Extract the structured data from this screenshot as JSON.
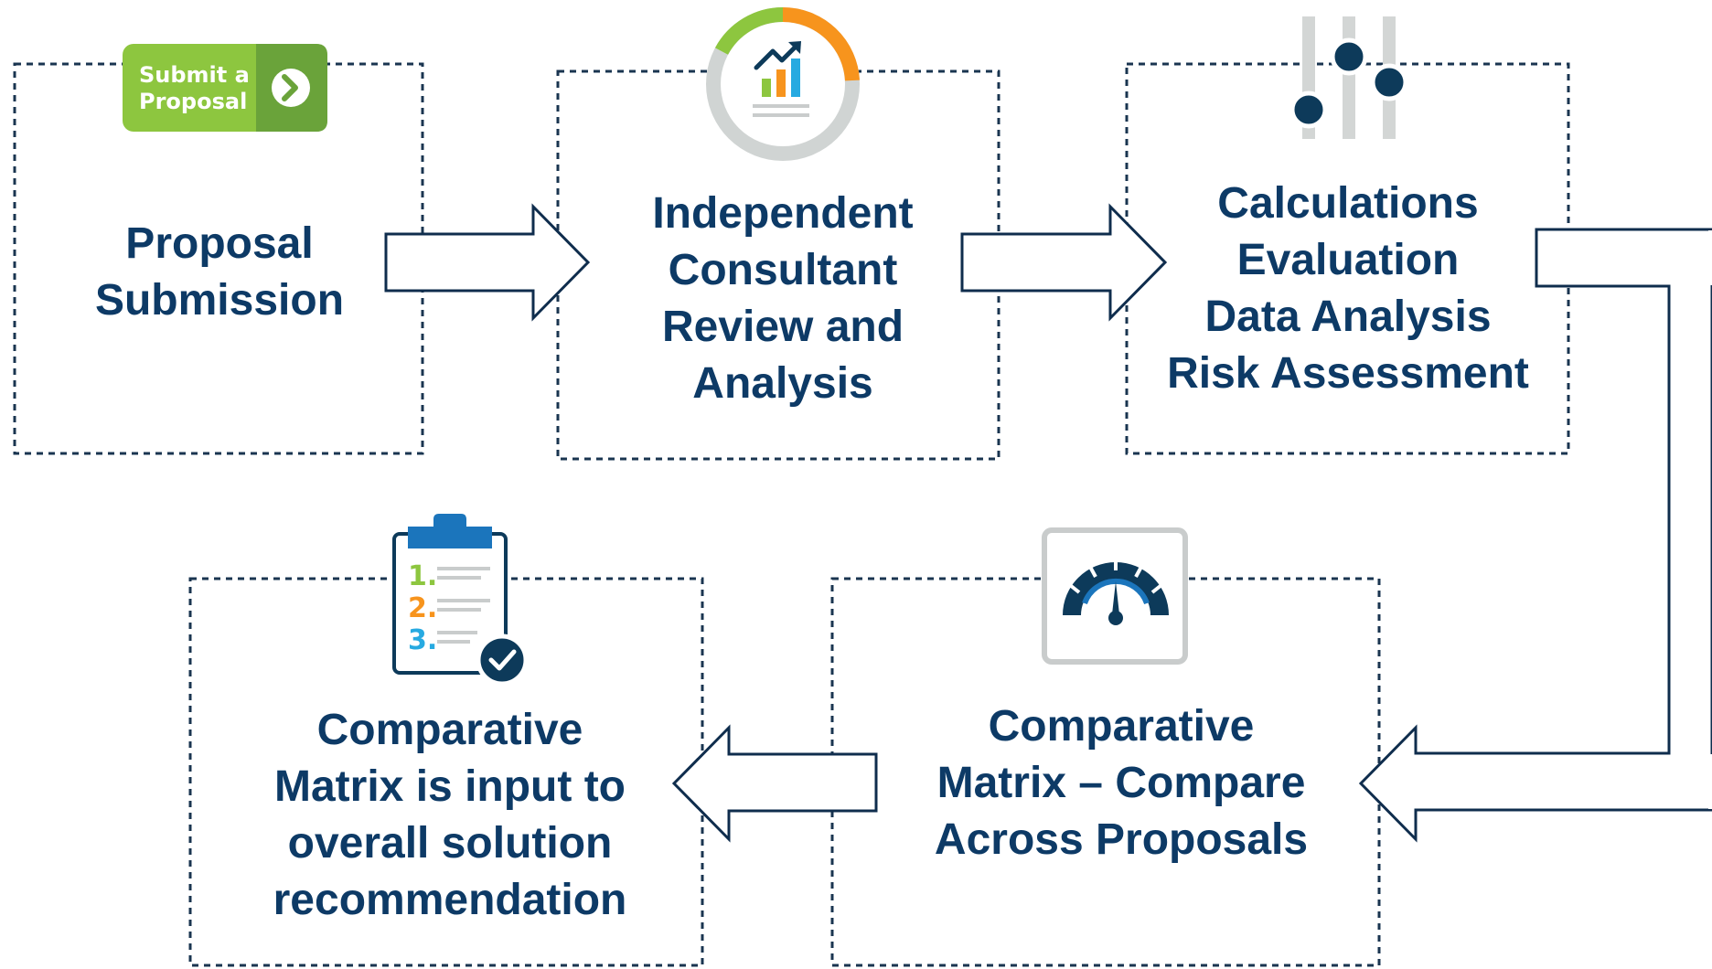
{
  "colors": {
    "text": "#0d3a66",
    "line": "#0f2d4d",
    "border": "#1a3550",
    "badge_light": "#8dc63f",
    "badge_dark": "#6aa33a",
    "ring_green": "#8dc63f",
    "ring_orange": "#f7941d",
    "ring_gray": "#d0d4d3",
    "bar_green": "#8dc63f",
    "bar_orange": "#f7941d",
    "bar_blue": "#27aae1",
    "knob": "#0d3a5a",
    "clip_blue": "#1b75bc",
    "check_bg": "#0d3a5a"
  },
  "steps": {
    "proposal_submission": {
      "lines": [
        "Proposal",
        "Submission"
      ],
      "icon": "submit-proposal-badge-icon",
      "badge_lines": [
        "Submit a",
        "Proposal"
      ]
    },
    "consultant_review": {
      "lines": [
        "Independent",
        "Consultant",
        "Review and",
        "Analysis"
      ],
      "icon": "chart-progress-icon"
    },
    "calculations": {
      "lines": [
        "Calculations",
        "Evaluation",
        "Data Analysis",
        "Risk Assessment"
      ],
      "icon": "sliders-icon"
    },
    "compare_proposals": {
      "lines": [
        "Comparative",
        "Matrix – Compare",
        "Across Proposals"
      ],
      "icon": "gauge-icon"
    },
    "matrix_input": {
      "lines": [
        "Comparative",
        "Matrix is input to",
        "overall solution",
        "recommendation"
      ],
      "icon": "clipboard-checklist-icon",
      "checklist_numbers": [
        "1.",
        "2.",
        "3."
      ]
    }
  }
}
